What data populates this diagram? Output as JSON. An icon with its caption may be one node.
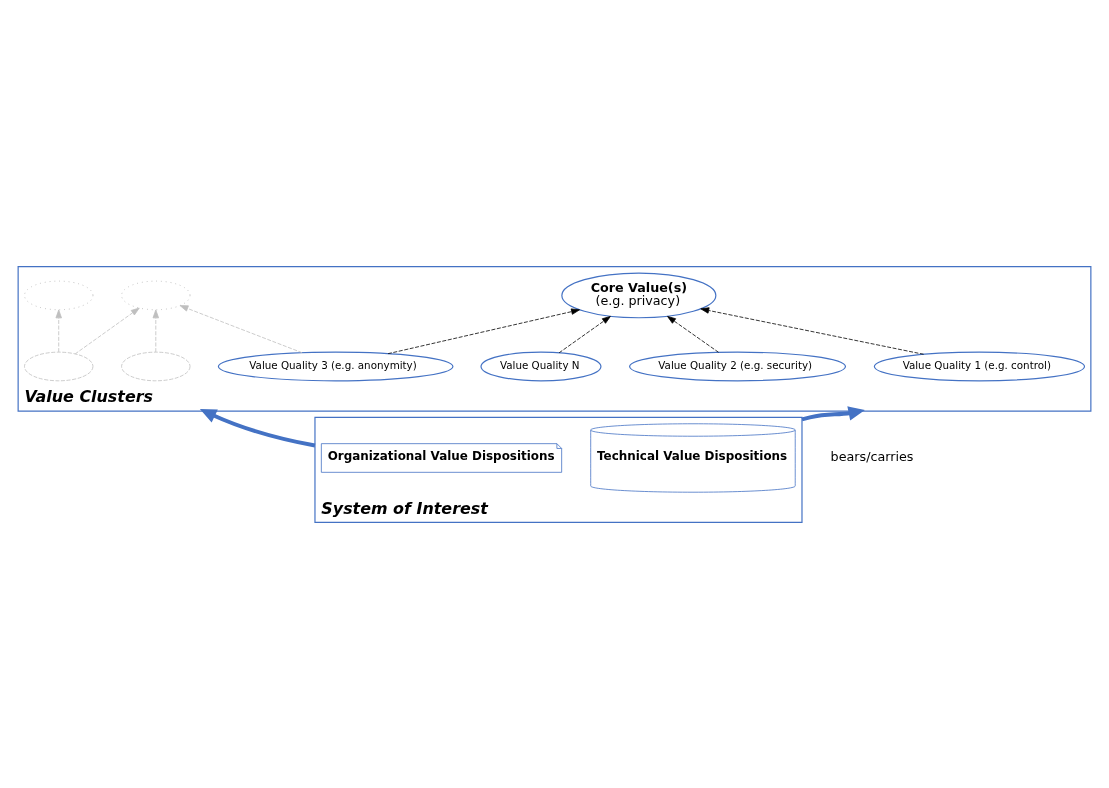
{
  "diagram": {
    "nodes": [
      {
        "text": [
          "Value Clusters"
        ]
      },
      {
        "text": [
          "Value Quality 1 (e.g. control)"
        ],
        "in": 0
      },
      {
        "text": [
          "Value Quality 2 (e.g. security)"
        ],
        "in": 0
      },
      {
        "text": [
          "Core Value(s)",
          "(e.g. privacy)"
        ],
        "in": 0
      },
      {
        "text": [
          "Value Quality 3 (e.g. anonymity)"
        ],
        "in": 0
      },
      {
        "text": [
          "Value Quality N"
        ],
        "in": 0
      },
      {
        "text": [],
        "shape": "ellipse",
        "in": 0
      },
      {
        "text": [],
        "shape": "ellipse",
        "in": 0
      },
      {
        "text": [],
        "shape": "ellipse",
        "in": 0
      },
      {
        "text": [],
        "shape": "ellipse",
        "in": 0
      },
      {
        "text": [
          "System of Interest"
        ]
      },
      {
        "text": [
          "Technical Value Dispositions"
        ],
        "in": 10
      },
      {
        "text": [
          "Organizational Value Dispositions"
        ],
        "in": 10
      }
    ],
    "edges": [
      {
        "from": 1,
        "to": 3,
        "arrow": "to",
        "style": "dashed"
      },
      {
        "from": 2,
        "to": 3,
        "arrow": "to",
        "style": "dashed"
      },
      {
        "from": 4,
        "to": 3,
        "arrow": "to",
        "style": "dashed"
      },
      {
        "from": 5,
        "to": 3,
        "arrow": "to",
        "style": "dashed"
      },
      {
        "from": 6,
        "to": 8,
        "arrow": "to",
        "style": "dashed",
        "color": "#bfbfbf"
      },
      {
        "from": 6,
        "to": 7,
        "arrow": "to",
        "style": "dashed",
        "color": "#bfbfbf"
      },
      {
        "from": 9,
        "to": 8,
        "arrow": "to",
        "style": "dashed",
        "color": "#bfbfbf"
      },
      {
        "from": 4,
        "to": 8,
        "arrow": "to",
        "style": "dashed",
        "color": "#bfbfbf"
      },
      {
        "from": 10,
        "to": 0,
        "arrow": "to",
        "style": "thick",
        "color": "#4472c4"
      },
      {
        "from": 10,
        "to": 0,
        "arrow": "to",
        "style": "thick",
        "color": "#4472c4"
      }
    ],
    "labels": [
      "bears/carries"
    ]
  }
}
